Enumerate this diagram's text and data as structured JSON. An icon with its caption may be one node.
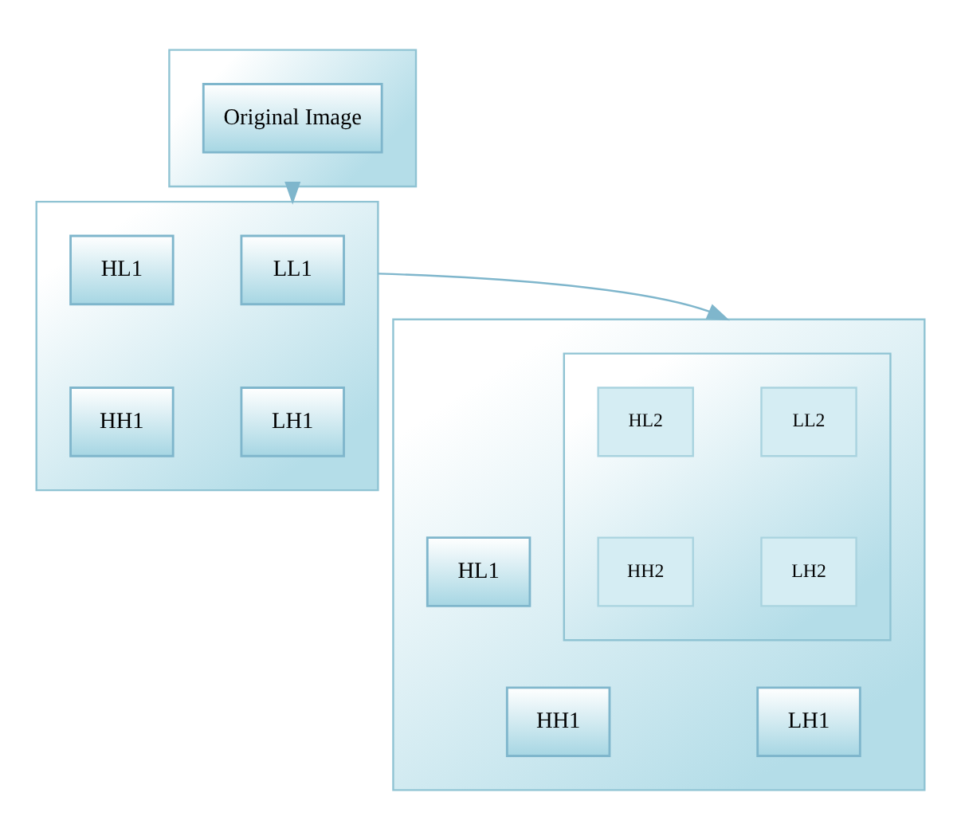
{
  "diagram": {
    "nodes": [
      {
        "text": [],
        "shape": "box"
      },
      {
        "text": [
          "Original Image"
        ],
        "in": 0
      },
      {
        "text": [],
        "shape": "box"
      },
      {
        "text": [
          "LL1"
        ],
        "in": 2
      },
      {
        "text": [
          "HL1"
        ],
        "in": 2
      },
      {
        "text": [
          "LH1"
        ],
        "in": 2
      },
      {
        "text": [
          "HH1"
        ],
        "in": 2
      },
      {
        "text": [],
        "shape": "box"
      },
      {
        "text": [],
        "shape": "box",
        "in": 7
      },
      {
        "text": [
          "LL2"
        ],
        "in": 8
      },
      {
        "text": [
          "HL2"
        ],
        "in": 8
      },
      {
        "text": [
          "LH2"
        ],
        "in": 8
      },
      {
        "text": [
          "HH2"
        ],
        "in": 8
      },
      {
        "text": [
          "HL1"
        ],
        "in": 7
      },
      {
        "text": [
          "LH1"
        ],
        "in": 7
      },
      {
        "text": [
          "HH1"
        ],
        "in": 7
      }
    ],
    "edges": [
      {
        "from": 0,
        "to": 2,
        "arrow": "to"
      },
      {
        "from": 2,
        "to": 7,
        "arrow": "to"
      }
    ]
  }
}
